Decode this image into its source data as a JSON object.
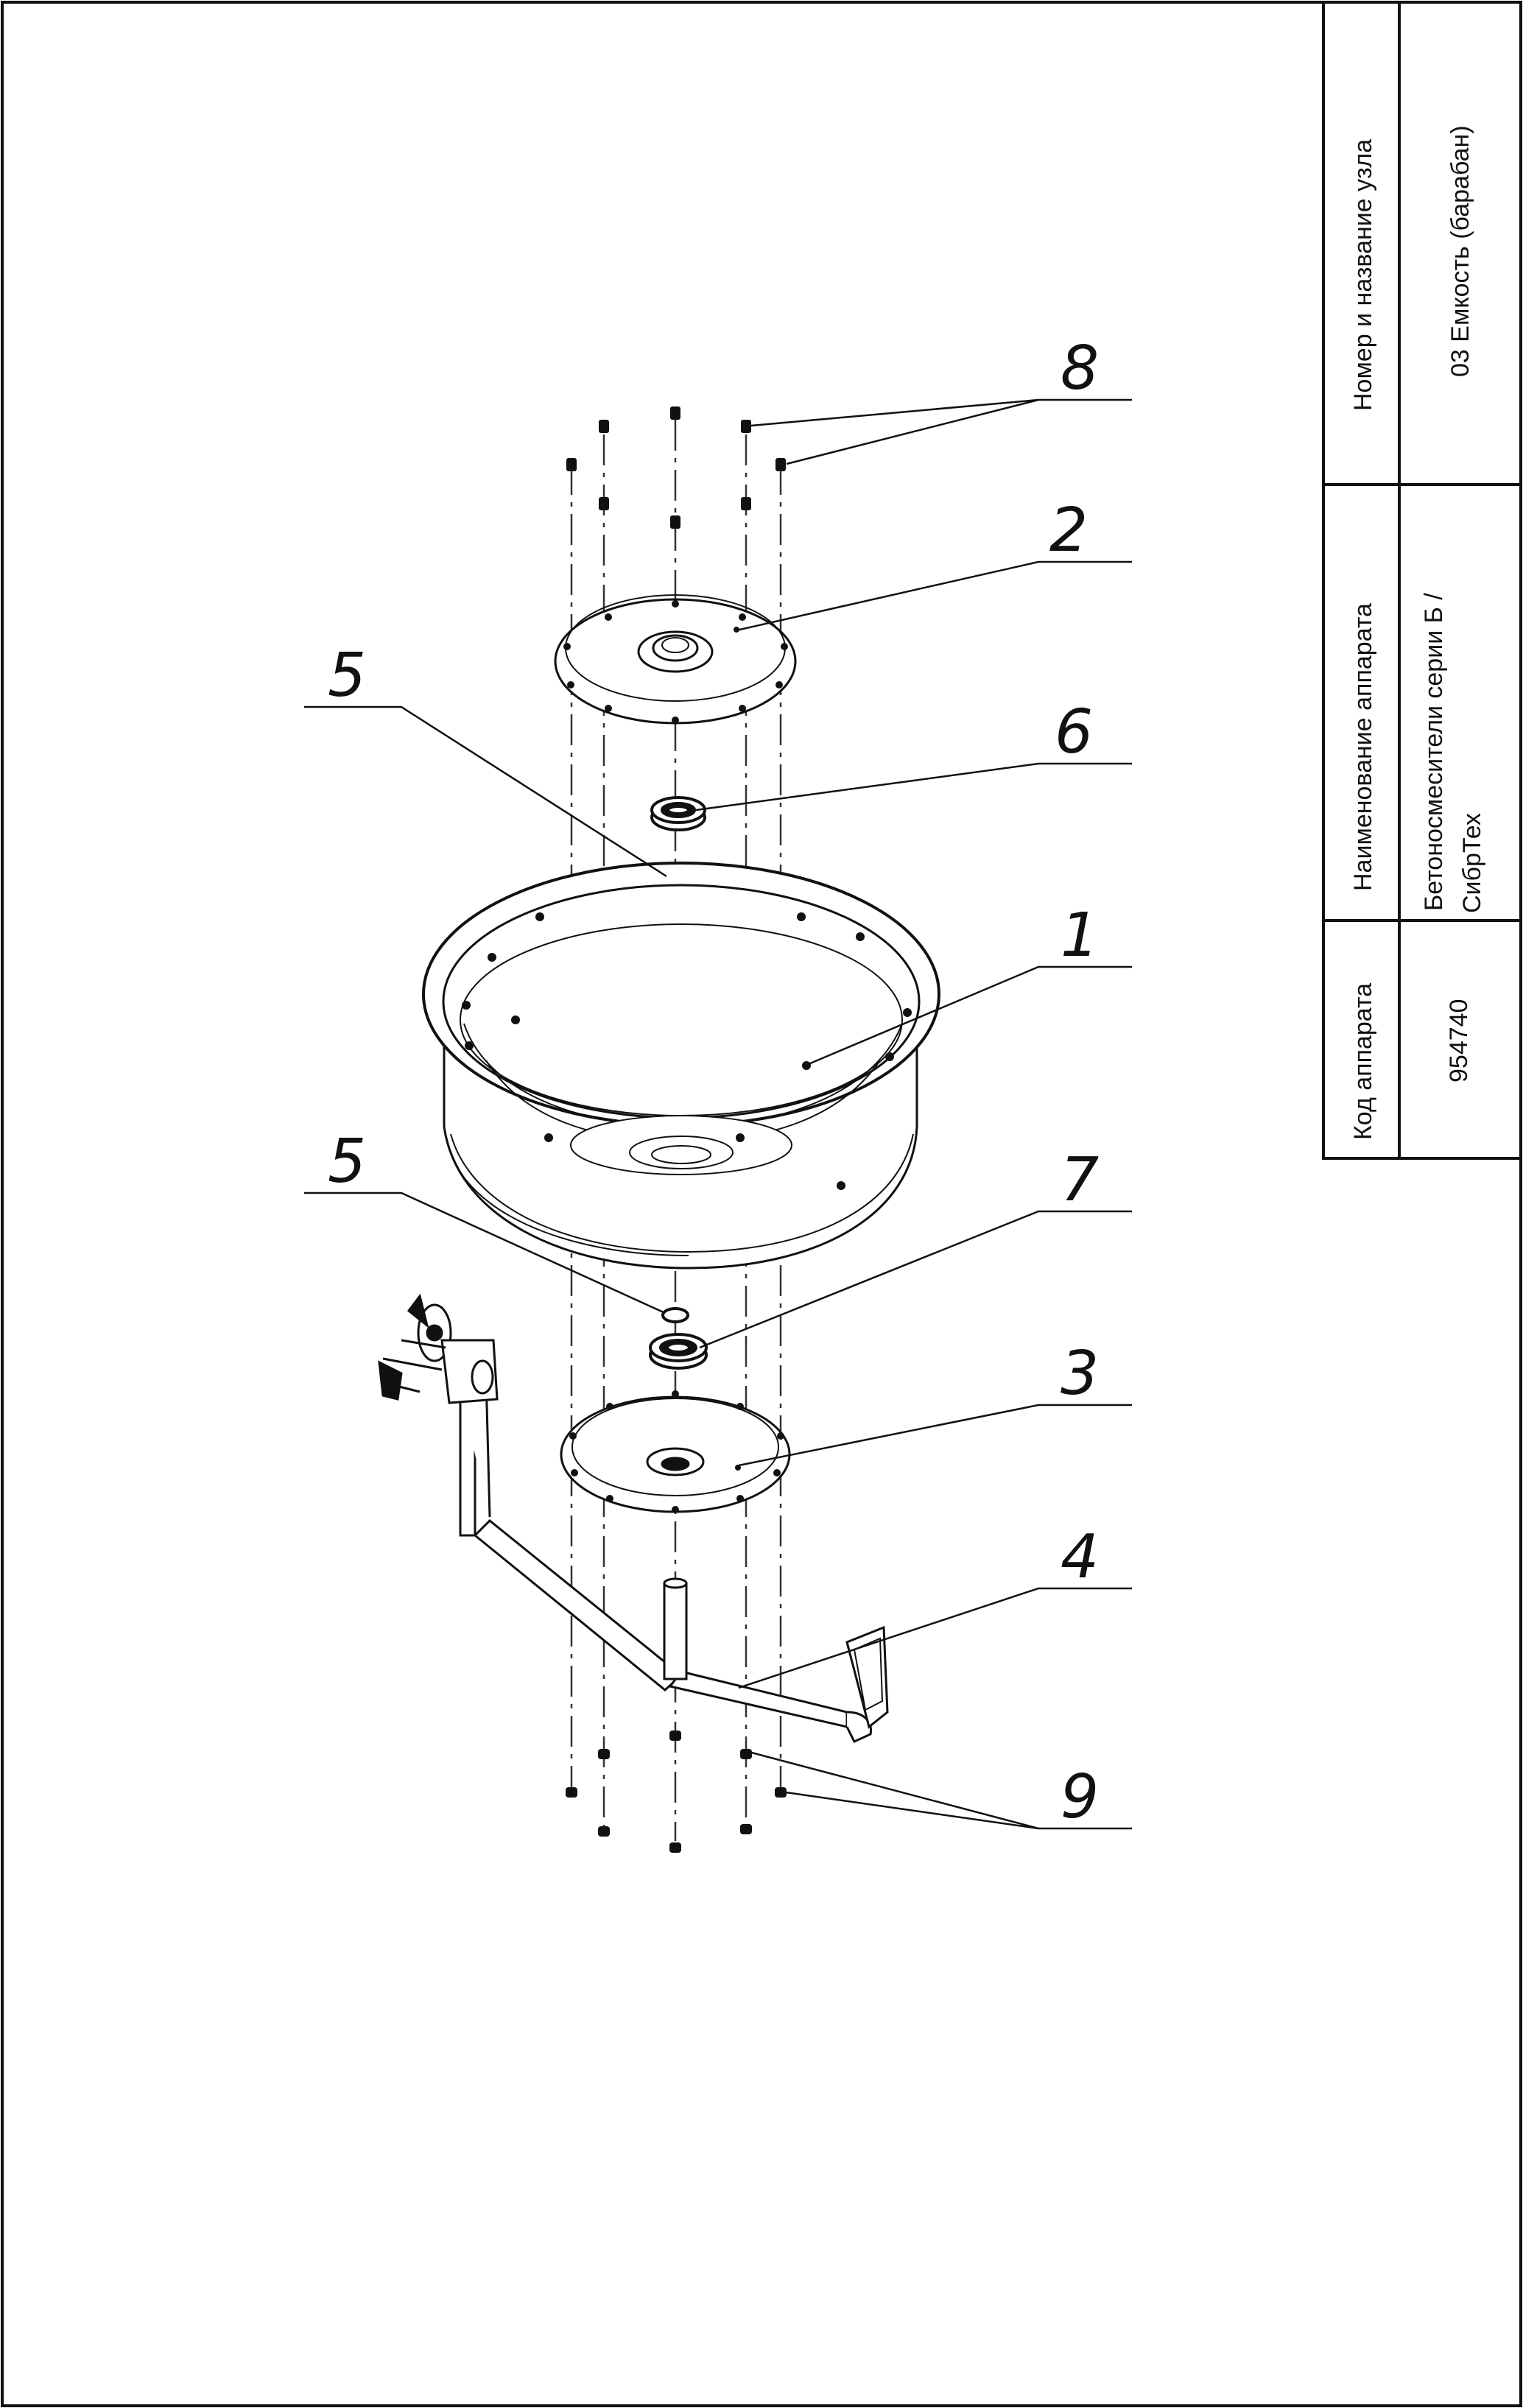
{
  "title_block": {
    "col_node": {
      "header": "Номер и название узла",
      "value": "03 Емкость (барабан)"
    },
    "col_device": {
      "header": "Наименование аппарата",
      "value_line1": "Бетоносмесители серии Б /",
      "value_line2": "СибрТех"
    },
    "col_code": {
      "header": "Код аппарата",
      "value": "954740"
    }
  },
  "callouts": {
    "c8": "8",
    "c2": "2",
    "c5a": "5",
    "c6": "6",
    "c1": "1",
    "c5b": "5",
    "c7": "7",
    "c3": "3",
    "c4": "4",
    "c9": "9"
  }
}
